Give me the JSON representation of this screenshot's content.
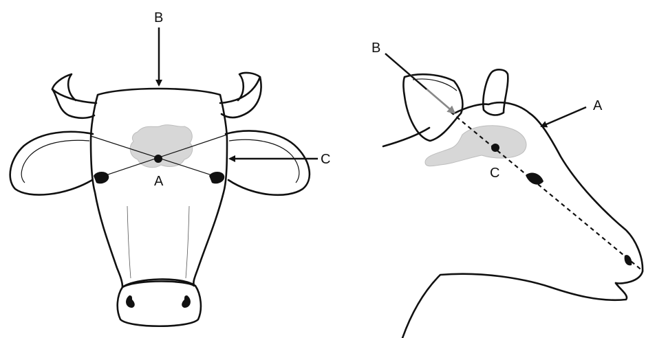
{
  "front_view": {
    "labels": {
      "a": "A",
      "b": "B",
      "c": "C"
    }
  },
  "side_view": {
    "labels": {
      "a": "A",
      "b": "B",
      "c": "C"
    }
  },
  "colors": {
    "ink": "#111111",
    "brain": "#d7d7d7",
    "arrow_gray": "#888888"
  }
}
